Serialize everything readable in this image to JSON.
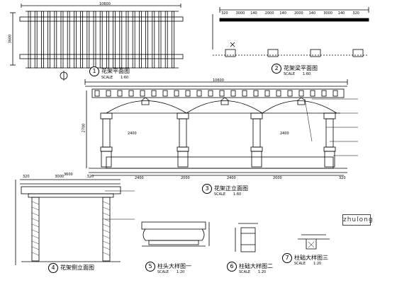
{
  "drawing": {
    "plan": {
      "number": "1",
      "title": "花架平面图",
      "scale": "1:60",
      "top_dim": "10600",
      "side_dim": "3600"
    },
    "beam_plan": {
      "number": "2",
      "title": "花架梁平面图",
      "scale": "1:60",
      "dims": [
        "320",
        "3000",
        "140",
        "2000",
        "140",
        "2000",
        "140",
        "3000",
        "140",
        "320"
      ]
    },
    "elevation": {
      "number": "3",
      "title": "花架正立面图",
      "scale": "1:60",
      "top_dim": "10600",
      "bottom_dims": [
        "2400",
        "2000",
        "2400",
        "2000"
      ],
      "height_dim": "2700",
      "mid_dims": [
        "2400",
        "2400"
      ],
      "right_dim": "320"
    },
    "side_elevation": {
      "number": "4",
      "title": "花架侧立面图",
      "top_dims": [
        "320",
        "3000",
        "320"
      ],
      "total_dim": "3600"
    },
    "detail1": {
      "number": "5",
      "title": "柱头大样图一",
      "scale": "1:20"
    },
    "detail2": {
      "number": "6",
      "title": "柱础大样图二",
      "scale": "1:20"
    },
    "detail3": {
      "number": "7",
      "title": "柱础大样图三",
      "scale": "1:20"
    },
    "scale_word": "SCALE",
    "logo_text": "zhulong"
  }
}
